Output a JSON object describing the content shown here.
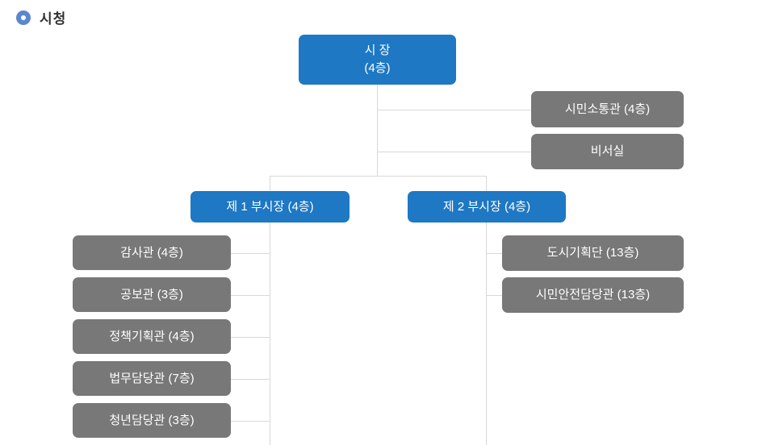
{
  "title": {
    "text": "시청"
  },
  "colors": {
    "primary_blue": "#1e78c3",
    "node_gray": "#787878",
    "connector_gray": "#d9d9d9",
    "bullet_blue": "#5b87cf",
    "title_text": "#2f2f2f",
    "node_text": "#ffffff"
  },
  "org": {
    "mayor": {
      "line1": "시 장",
      "line2": "(4층)"
    },
    "mayor_staff": [
      {
        "label": "시민소통관 (4층)"
      },
      {
        "label": "비서실"
      }
    ],
    "deputies": [
      {
        "label": "제 1 부시장 (4층)"
      },
      {
        "label": "제 2 부시장 (4층)"
      }
    ],
    "deputy1_departments": [
      {
        "label": "감사관 (4층)"
      },
      {
        "label": "공보관 (3층)"
      },
      {
        "label": "정책기획관 (4층)"
      },
      {
        "label": "법무담당관 (7층)"
      },
      {
        "label": "청년담당관 (3층)"
      }
    ],
    "deputy2_departments": [
      {
        "label": "도시기획단 (13층)"
      },
      {
        "label": "시민안전담당관 (13층)"
      }
    ]
  }
}
